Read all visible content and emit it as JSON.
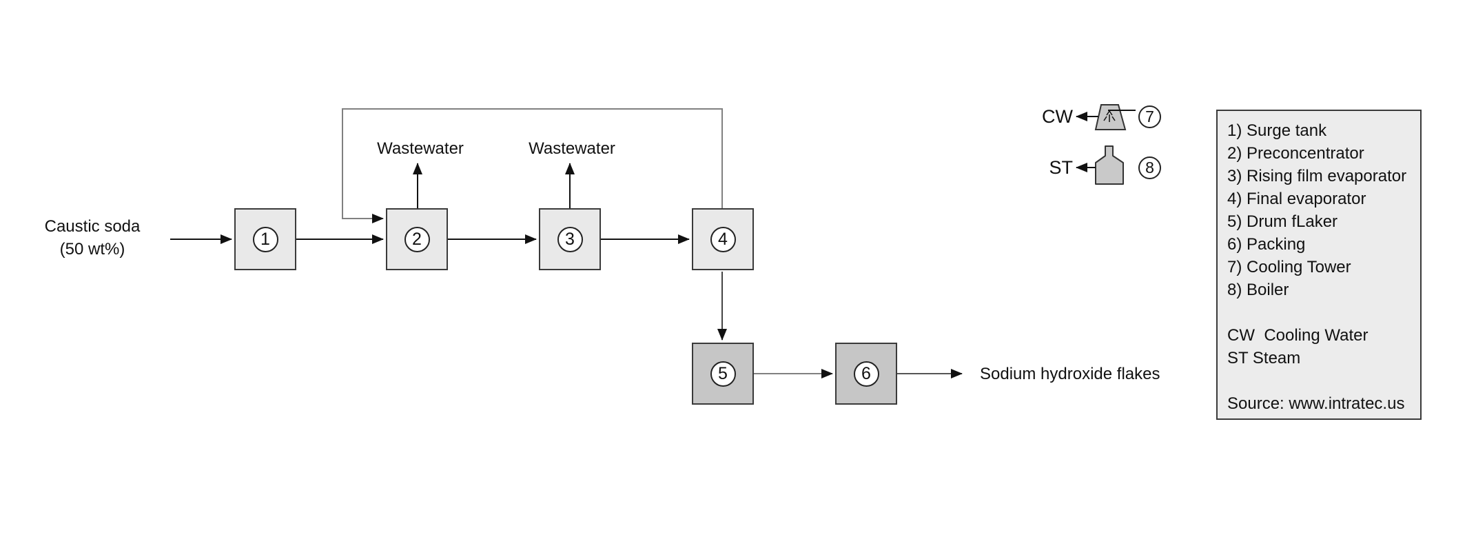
{
  "labels": {
    "feed_line1": "Caustic soda",
    "feed_line2": "(50 wt%)",
    "wastewater_1": "Wastewater",
    "wastewater_2": "Wastewater",
    "product": "Sodium hydroxide flakes",
    "cw": "CW",
    "st": "ST"
  },
  "units": [
    "1",
    "2",
    "3",
    "4",
    "5",
    "6"
  ],
  "utility_badges": [
    "7",
    "8"
  ],
  "icons": {
    "cooling_tower": "cooling-tower-icon",
    "boiler": "boiler-icon"
  },
  "legend": {
    "lines": [
      "1) Surge tank",
      "2) Preconcentrator",
      "3) Rising film evaporator",
      "4) Final evaporator",
      "5) Drum fLaker",
      "6) Packing",
      "7) Cooling Tower",
      "8) Boiler",
      "",
      "CW  Cooling Water",
      "ST Steam",
      "",
      "Source: www.intratec.us"
    ]
  },
  "colors": {
    "background": "#ffffff",
    "unit_fill_light": "#e9e9e9",
    "unit_fill_dark": "#c6c6c6",
    "unit_border": "#3a3a3a",
    "line_black": "#111111",
    "line_gray": "#808080",
    "line_dark_gray": "#444444",
    "legend_fill": "#ececec"
  }
}
